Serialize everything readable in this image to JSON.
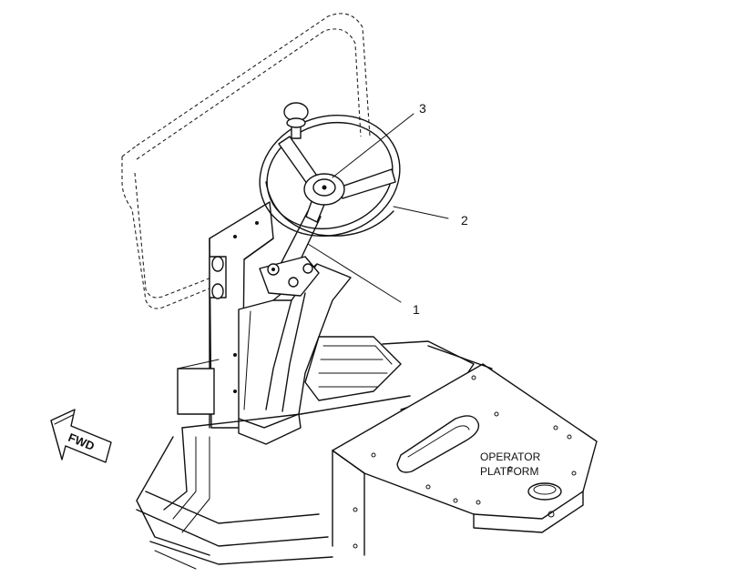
{
  "callouts": [
    {
      "number": "1"
    },
    {
      "number": "2"
    },
    {
      "number": "3"
    }
  ],
  "platform_label": {
    "line1": "OPERATOR",
    "line2": "PLATFORM"
  },
  "direction_arrow": {
    "text": "FWD"
  },
  "icons": [
    "forward-arrow-icon"
  ]
}
